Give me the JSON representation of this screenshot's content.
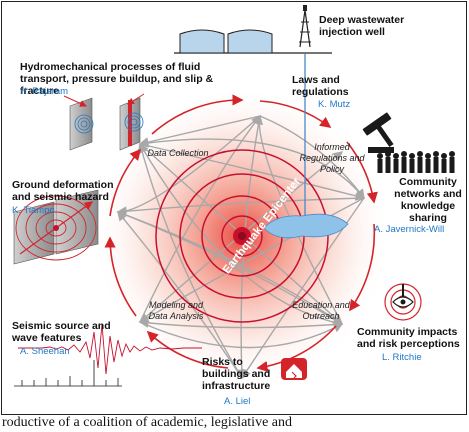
{
  "center": {
    "label": "Earthquake Epicenter"
  },
  "nodes": [
    {
      "id": "injection",
      "title": "Deep wastewater injection well",
      "author": ""
    },
    {
      "id": "laws",
      "title": "Laws and regulations",
      "author": "K. Mutz",
      "icon": "gavel-icon"
    },
    {
      "id": "community",
      "title": "Community networks and knowledge sharing",
      "author": "A. Javernick-Will",
      "icon": "people-icon"
    },
    {
      "id": "impacts",
      "title": "Community impacts and risk perceptions",
      "author": "L. Ritchie",
      "icon": "eye-target-icon"
    },
    {
      "id": "risks",
      "title": "Risks to buildings and infrastructure",
      "author": "A. Liel",
      "icon": "damaged-house-icon"
    },
    {
      "id": "seismic",
      "title": "Seismic source and wave features",
      "author": "A. Sheehan",
      "icon": "seismogram-icon"
    },
    {
      "id": "ground",
      "title": "Ground deformation and seismic hazard",
      "author": "K. Tiampo",
      "icon": "fault-block-icon"
    },
    {
      "id": "hydro",
      "title": "Hydromechanical processes of fluid transport, pressure buildup, and slip & fracture",
      "author": "H. Rajaram",
      "icon": "fracture-blocks-icon"
    }
  ],
  "quadrants": {
    "top_left": "Data Collection",
    "top_right": "Informed Regulations and Policy",
    "bottom_left": "Modeling and Data Analysis",
    "bottom_right": "Education and Outreach"
  },
  "caption": "roductive of a coalition of academic, legislative and",
  "colors": {
    "ring": "#d4242a",
    "arrow_gray": "#a8a8a8",
    "author_blue": "#1f78c8",
    "epicenter": "#c8102e"
  }
}
